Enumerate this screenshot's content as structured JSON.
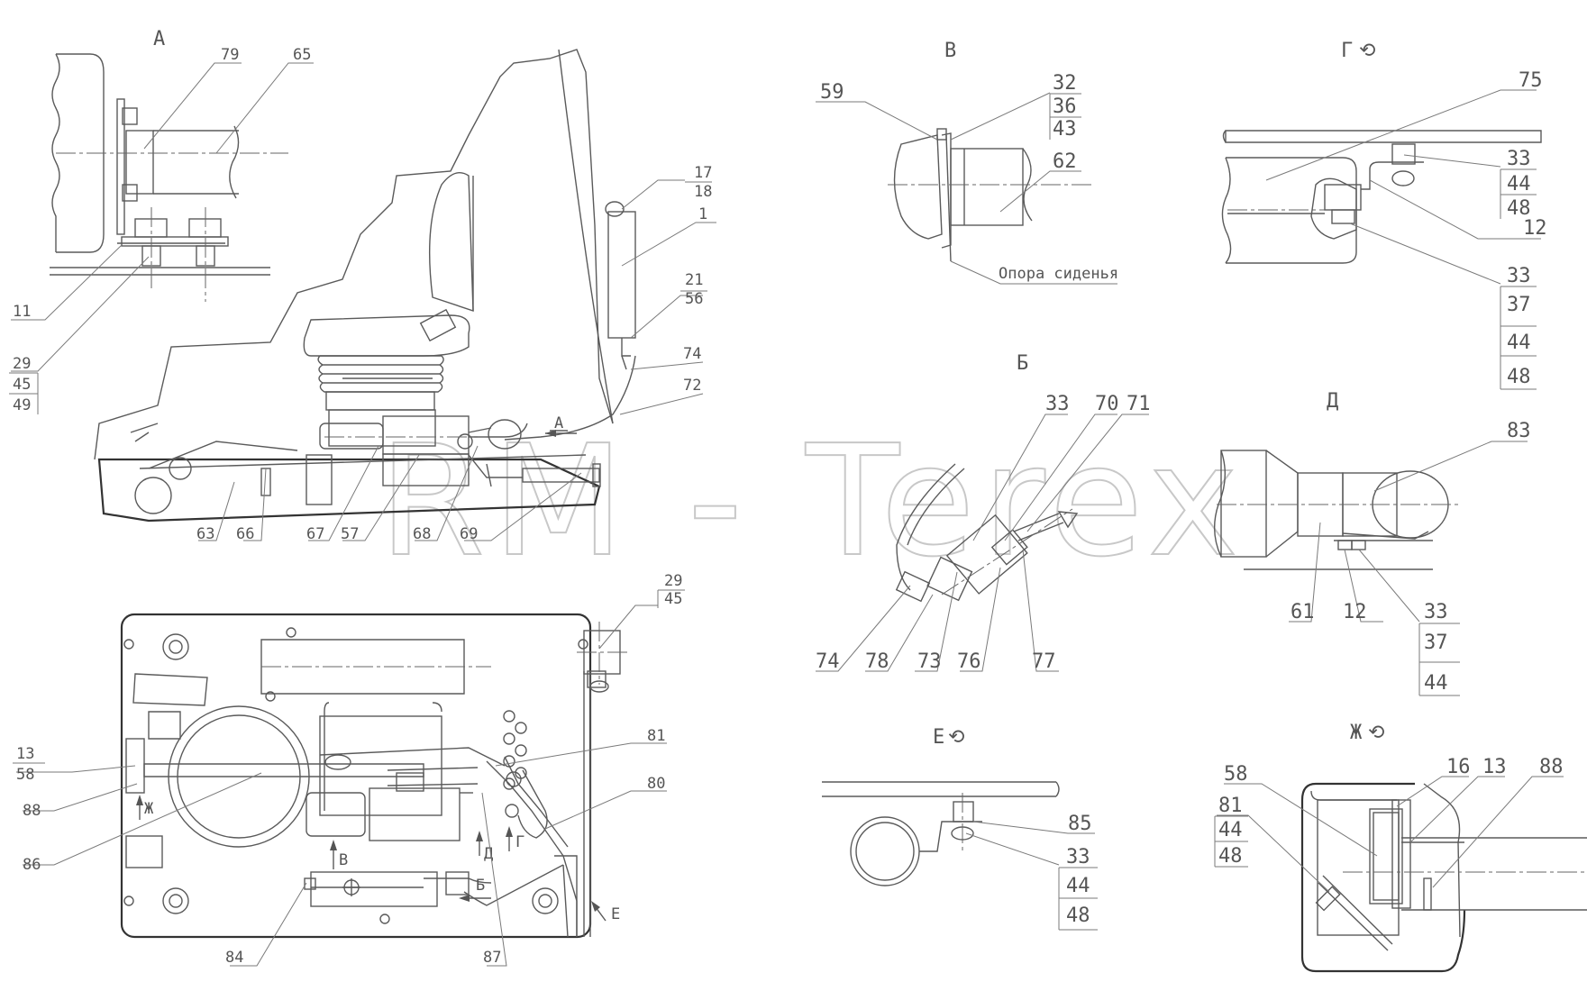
{
  "watermark": "RM - Terex",
  "views": {
    "A": "А",
    "B": "В",
    "G": "Г",
    "Bb": "Б",
    "D": "Д",
    "E": "Е",
    "Zh": "Ж"
  },
  "rotation_symbol": "⟲",
  "notes": {
    "seat_support": "Опора сиденья"
  },
  "arrow_labels": {
    "A": "А",
    "V": "В",
    "D": "Д",
    "G": "Г",
    "B": "Б",
    "E": "Е",
    "Zh": "Ж"
  },
  "callouts": {
    "viewA": {
      "c79": "79",
      "c65": "65",
      "c11": "11",
      "stack1": [
        "29",
        "45",
        "49"
      ]
    },
    "side": {
      "stack17": [
        "17",
        "18"
      ],
      "c1": "1",
      "stack21": [
        "21",
        "56"
      ],
      "c74": "74",
      "c72": "72",
      "c63": "63",
      "c66": "66",
      "c67": "67",
      "c57": "57",
      "c68": "68",
      "c69": "69"
    },
    "viewV": {
      "c59": "59",
      "stack32": [
        "32",
        "36",
        "43"
      ],
      "c62": "62"
    },
    "viewG": {
      "c75": "75",
      "stack33a": [
        "33",
        "44",
        "48"
      ],
      "c12": "12",
      "stack33b": [
        "33",
        "37",
        "44",
        "48"
      ]
    },
    "viewB": {
      "c33": "33",
      "c70": "70",
      "c71": "71",
      "c74": "74",
      "c78": "78",
      "c73": "73",
      "c76": "76",
      "c77": "77"
    },
    "viewD": {
      "c83": "83",
      "c61": "61",
      "c12": "12",
      "stack33": [
        "33",
        "37",
        "44"
      ]
    },
    "plan": {
      "stack29": [
        "29",
        "45"
      ],
      "stack13": [
        "13",
        "58"
      ],
      "c88": "88",
      "c86": "86",
      "c81": "81",
      "c80": "80",
      "c84": "84",
      "c87": "87"
    },
    "viewE": {
      "c85": "85",
      "stack33": [
        "33",
        "44",
        "48"
      ]
    },
    "viewZh": {
      "c58": "58",
      "c16": "16",
      "c13": "13",
      "c88": "88",
      "stack81": [
        "81",
        "44",
        "48"
      ]
    }
  }
}
